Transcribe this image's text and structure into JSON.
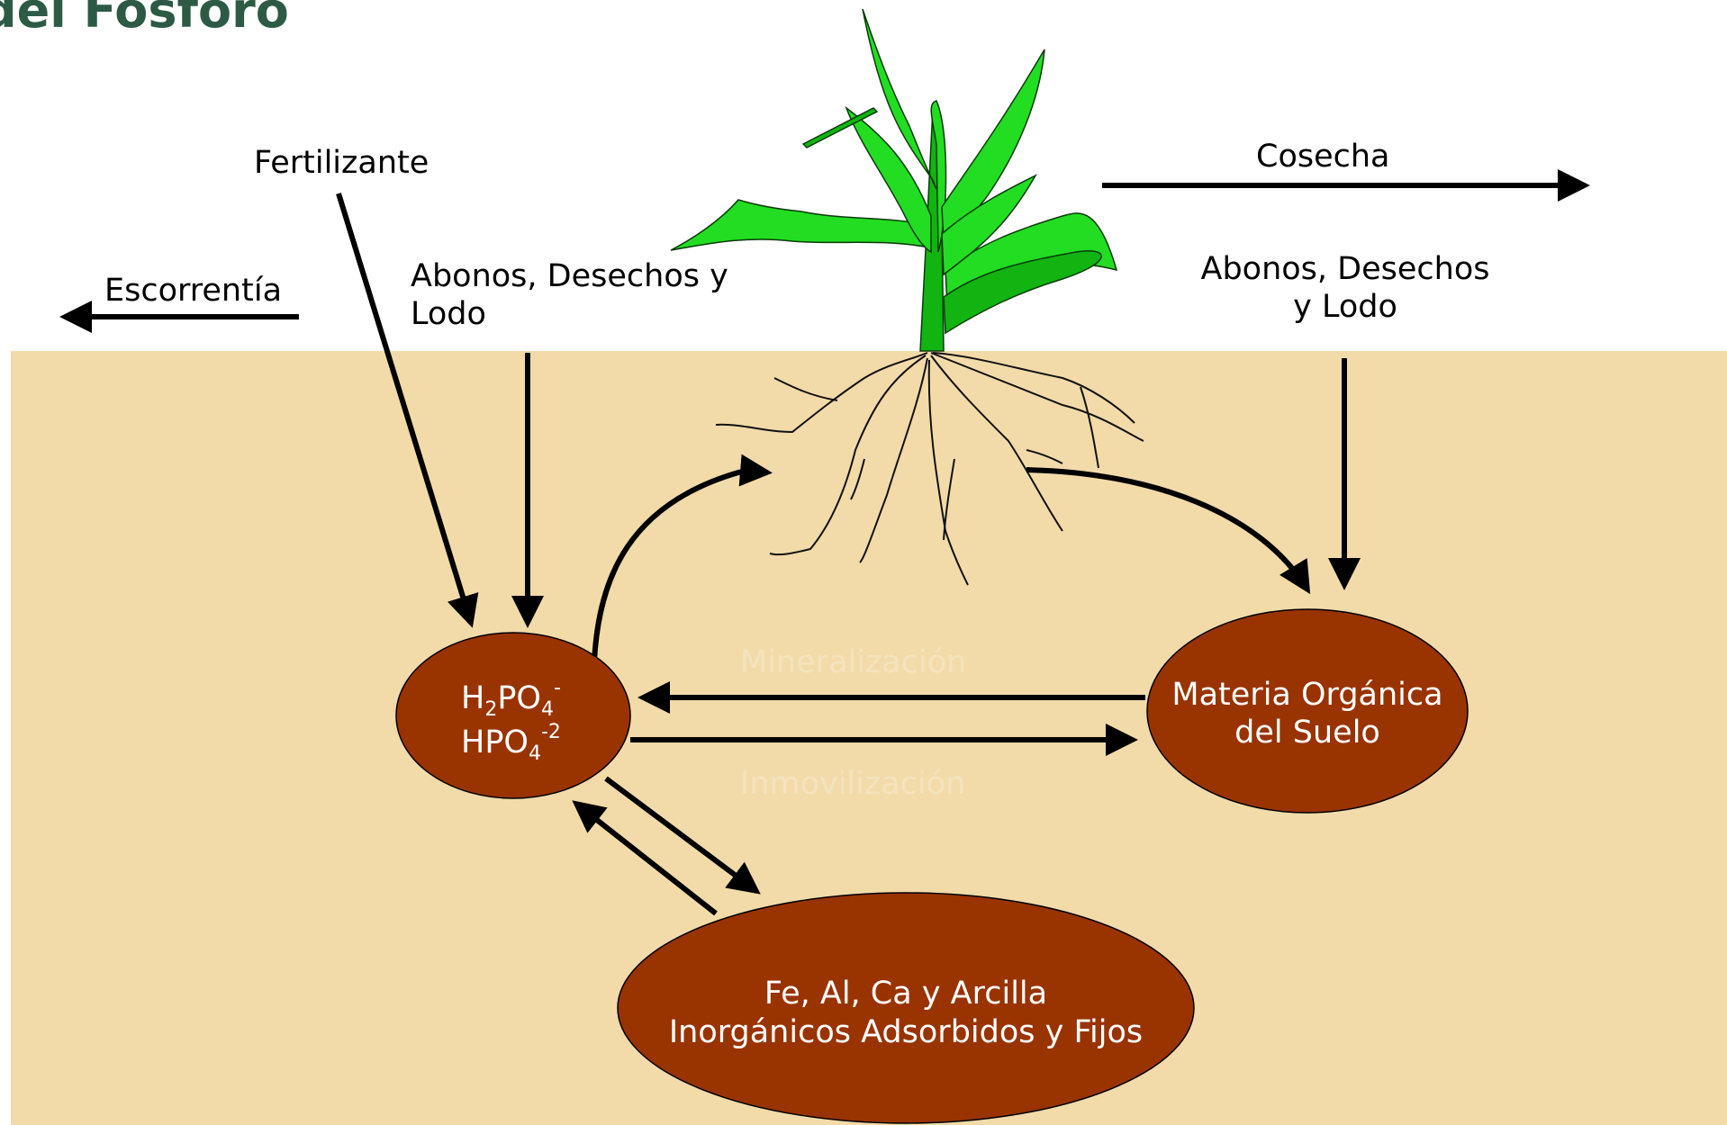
{
  "title": "del Fósforo",
  "colors": {
    "soil": "#f2dba9",
    "pool": "#993300",
    "plant_green": "#22dd22",
    "title_green": "#2d5a45",
    "arrow": "#000000"
  },
  "labels": {
    "fertilizante": "Fertilizante",
    "escorrentia": "Escorrentía",
    "abonos_left_1": "Abonos, Desechos y",
    "abonos_left_2": "Lodo",
    "cosecha": "Cosecha",
    "abonos_right_1": "Abonos, Desechos",
    "abonos_right_2": "y Lodo",
    "mineralizacion": "Mineralización",
    "inmovilizacion": "Inmovilización"
  },
  "pools": {
    "solution": {
      "line1_base": "H",
      "line1_sub1": "2",
      "line1_mid": "PO",
      "line1_sub2": "4",
      "line1_sup": "-",
      "line2_base": "HPO",
      "line2_sub": "4",
      "line2_sup": "-2"
    },
    "organic": {
      "line1": "Materia Orgánica",
      "line2": "del Suelo"
    },
    "inorganic": {
      "line1": "Fe, Al, Ca y Arcilla",
      "line2": "Inorgánicos Adsorbidos y Fijos"
    }
  }
}
